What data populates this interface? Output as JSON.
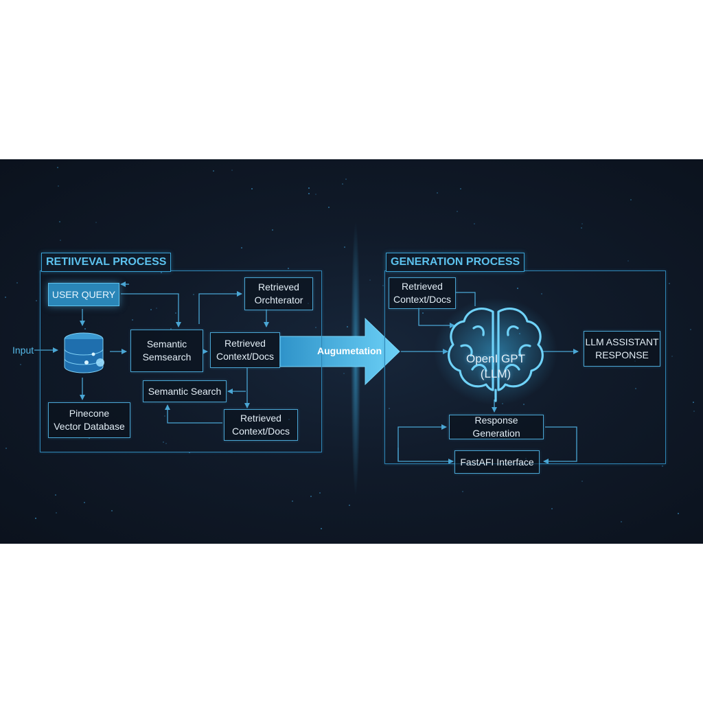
{
  "retrieval": {
    "title": "RETIIVEVAL PROCESS",
    "input_label": "Input",
    "user_query": "USER QUERY",
    "database": {
      "line1": "Pinecone",
      "line2": "Vector Database"
    },
    "semantic_search_1": {
      "line1": "Semantic",
      "line2": "Semsearch"
    },
    "orchestrator": {
      "line1": "Retrieved",
      "line2": "Orchterator"
    },
    "retrieved_docs_1": {
      "line1": "Retrieved",
      "line2": "Context/Docs"
    },
    "semantic_search_2": "Semantic Search",
    "retrieved_docs_2": {
      "line1": "Retrieved",
      "line2": "Context/Docs"
    }
  },
  "augmentation": {
    "label": "Augumetation"
  },
  "generation": {
    "title": "GENERATION PROCESS",
    "retrieved_docs": {
      "line1": "Retrieved",
      "line2": "Context/Docs"
    },
    "llm": {
      "line1": "OpenI GPT",
      "line2": "(LLM)"
    },
    "assistant_response": {
      "line1": "LLM ASSISTANT",
      "line2": "RESPONSE"
    },
    "response_generation": "Response Generation",
    "interface": "FastAFI Interface"
  },
  "icons": {
    "database": "database-icon",
    "brain": "brain-icon",
    "augmentation_arrow": "arrow-right-icon"
  },
  "colors": {
    "background": "#101a29",
    "accent": "#4aa6d4",
    "title": "#5cc2ee",
    "filled_node": "#2a86b8",
    "arrow": "#4fb9ea"
  }
}
